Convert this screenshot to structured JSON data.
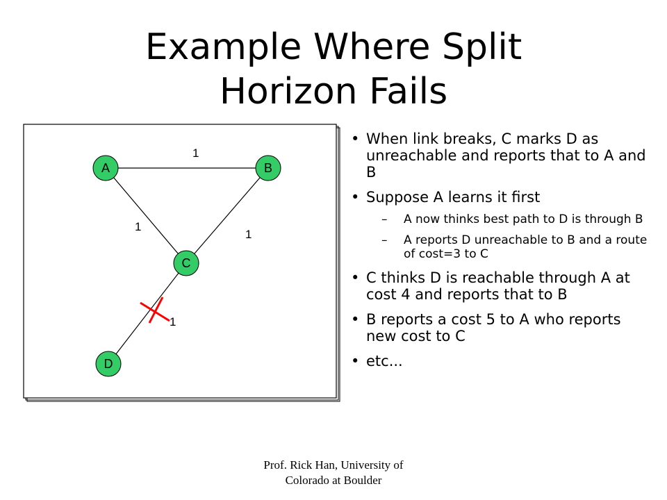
{
  "slide": {
    "title_line1": "Example Where Split",
    "title_line2": "Horizon Fails",
    "footer_line1": "Prof. Rick Han, University of",
    "footer_line2": "Colorado at Boulder"
  },
  "diagram": {
    "nodes": [
      {
        "id": "A",
        "label": "A"
      },
      {
        "id": "B",
        "label": "B"
      },
      {
        "id": "C",
        "label": "C"
      },
      {
        "id": "D",
        "label": "D"
      }
    ],
    "edges": [
      {
        "from": "A",
        "to": "B",
        "cost": "1"
      },
      {
        "from": "A",
        "to": "C",
        "cost": "1"
      },
      {
        "from": "B",
        "to": "C",
        "cost": "1"
      },
      {
        "from": "C",
        "to": "D",
        "cost": "1",
        "broken": true
      }
    ],
    "colors": {
      "node_fill": "#33cc66",
      "break_mark": "#ff0000",
      "line": "#000000"
    }
  },
  "bullets": [
    {
      "level": 1,
      "text": "When link breaks, C marks D as unreachable and reports that to A and B"
    },
    {
      "level": 1,
      "text": "Suppose A learns it first"
    },
    {
      "level": 2,
      "text": "A now thinks best path to D is through B"
    },
    {
      "level": 2,
      "text": " A reports D unreachable to B and a route of cost=3 to C"
    },
    {
      "level": 1,
      "text": "C thinks D is reachable through A at cost 4 and reports that to B"
    },
    {
      "level": 1,
      "text": "B reports a cost 5 to A who reports new cost to C"
    },
    {
      "level": 1,
      "text": "etc..."
    }
  ]
}
